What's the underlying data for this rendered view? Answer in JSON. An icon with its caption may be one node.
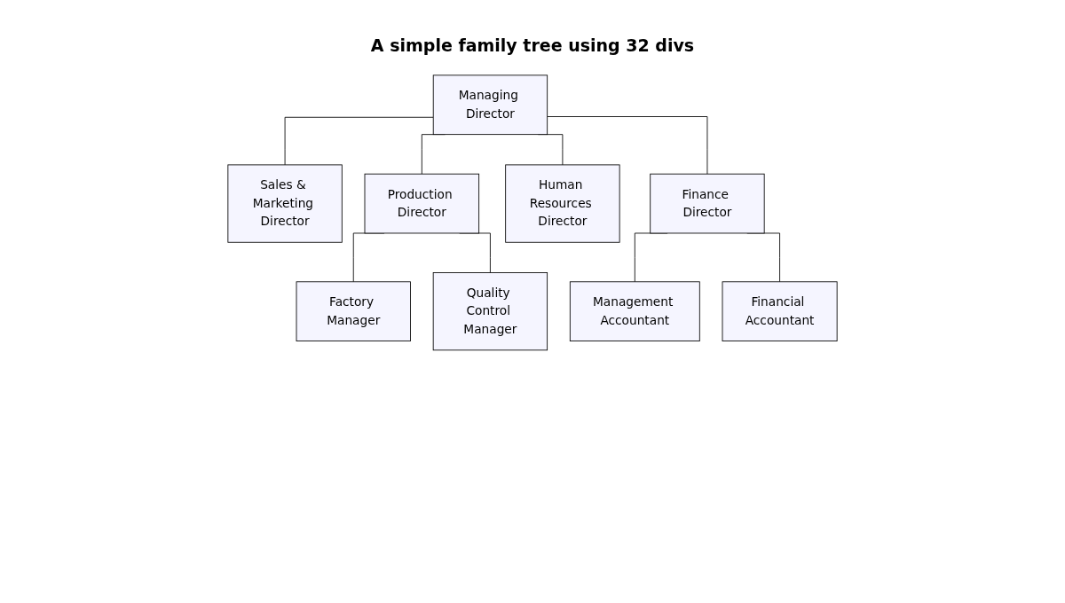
{
  "diagram": {
    "title": "A simple family tree using 32 divs",
    "nodes": [
      {
        "text": [
          "Managing Director"
        ]
      },
      {
        "text": [
          "Sales & Marketing Director"
        ]
      },
      {
        "text": [
          "Production Director"
        ]
      },
      {
        "text": [
          "Human Resources Director"
        ]
      },
      {
        "text": [
          "Finance Director"
        ]
      },
      {
        "text": [
          "Factory Manager"
        ]
      },
      {
        "text": [
          "Quality Control Manager"
        ]
      },
      {
        "text": [
          "Management Accountant"
        ]
      },
      {
        "text": [
          "Financial Accountant"
        ]
      }
    ],
    "edges": [
      {
        "from": 0,
        "to": 1,
        "arrow": "none"
      },
      {
        "from": 0,
        "to": 2,
        "arrow": "none"
      },
      {
        "from": 0,
        "to": 3,
        "arrow": "none"
      },
      {
        "from": 0,
        "to": 4,
        "arrow": "none"
      },
      {
        "from": 2,
        "to": 5,
        "arrow": "none"
      },
      {
        "from": 2,
        "to": 6,
        "arrow": "none"
      },
      {
        "from": 4,
        "to": 7,
        "arrow": "none"
      },
      {
        "from": 4,
        "to": 8,
        "arrow": "none"
      }
    ]
  }
}
